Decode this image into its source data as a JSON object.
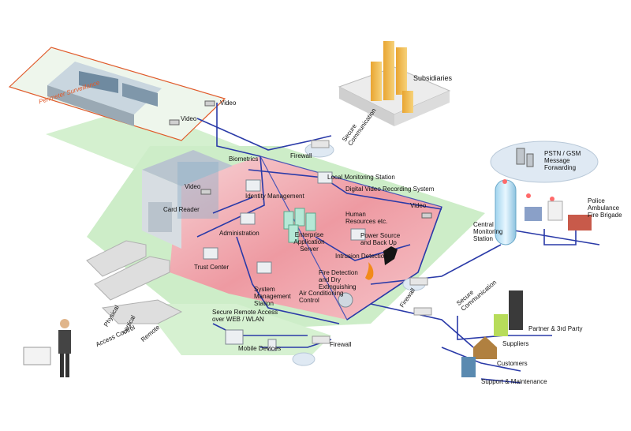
{
  "labels": {
    "subsidiaries": "Subsidiaries",
    "secure_comm_top": "Secure Communication",
    "firewall_top": "Firewall",
    "local_monitoring": "Local Monitoring Station",
    "dvr": "Digital Video Recording System",
    "biometrics": "Biometrics",
    "video_1": "Video",
    "video_2": "Video",
    "video_3": "Video",
    "video_4": "Video",
    "perimeter": "Perimeter Surveillance",
    "card_reader": "Card Reader",
    "identity_mgmt": "Identity Management",
    "administration": "Administration",
    "enterprise_server": "Enterprise Application Server",
    "human_resources": "Human Resources etc.",
    "power_source": "Power Source and Back Up",
    "intrusion": "Intrusion Detection",
    "fire_detection": "Fire Detection and Dry Extinguishing",
    "trust_center": "Trust Center",
    "sys_mgmt": "System Management Station",
    "air_cond": "Air Conditioning Control",
    "firewall_right": "Firewall",
    "firewall_bottom": "Firewall",
    "secure_remote": "Secure Remote Access over WEB / WLAN",
    "mobile_devices": "Mobile Devices",
    "physical": "Physical",
    "logical": "Logical",
    "remote": "Remote",
    "access_control": "Access Control",
    "pstn": "PSTN / GSM Message Forwarding",
    "emergency": "Police Ambulance Fire Brigade",
    "central_monitoring": "Central Monitoring Station",
    "secure_comm_right": "Secure Communication",
    "partner": "Partner & 3rd Party",
    "suppliers": "Suppliers",
    "customers": "Customers",
    "support": "Support & Maintenance"
  },
  "colors": {
    "network_line": "#2a3aa8",
    "floor_green": "#c8ecc4",
    "secure_zone": "#f0a0a8",
    "perimeter_border": "#e05a2a",
    "arrow_gray": "#d8d8d8"
  },
  "icons": [
    "computer-icon",
    "server-rack-icon",
    "camera-icon",
    "cloud-icon",
    "firewall-device-icon",
    "fire-icon",
    "fan-icon",
    "intruder-icon",
    "person-icon",
    "building-icon",
    "phone-icon",
    "antenna-tower-icon",
    "house-icon"
  ]
}
